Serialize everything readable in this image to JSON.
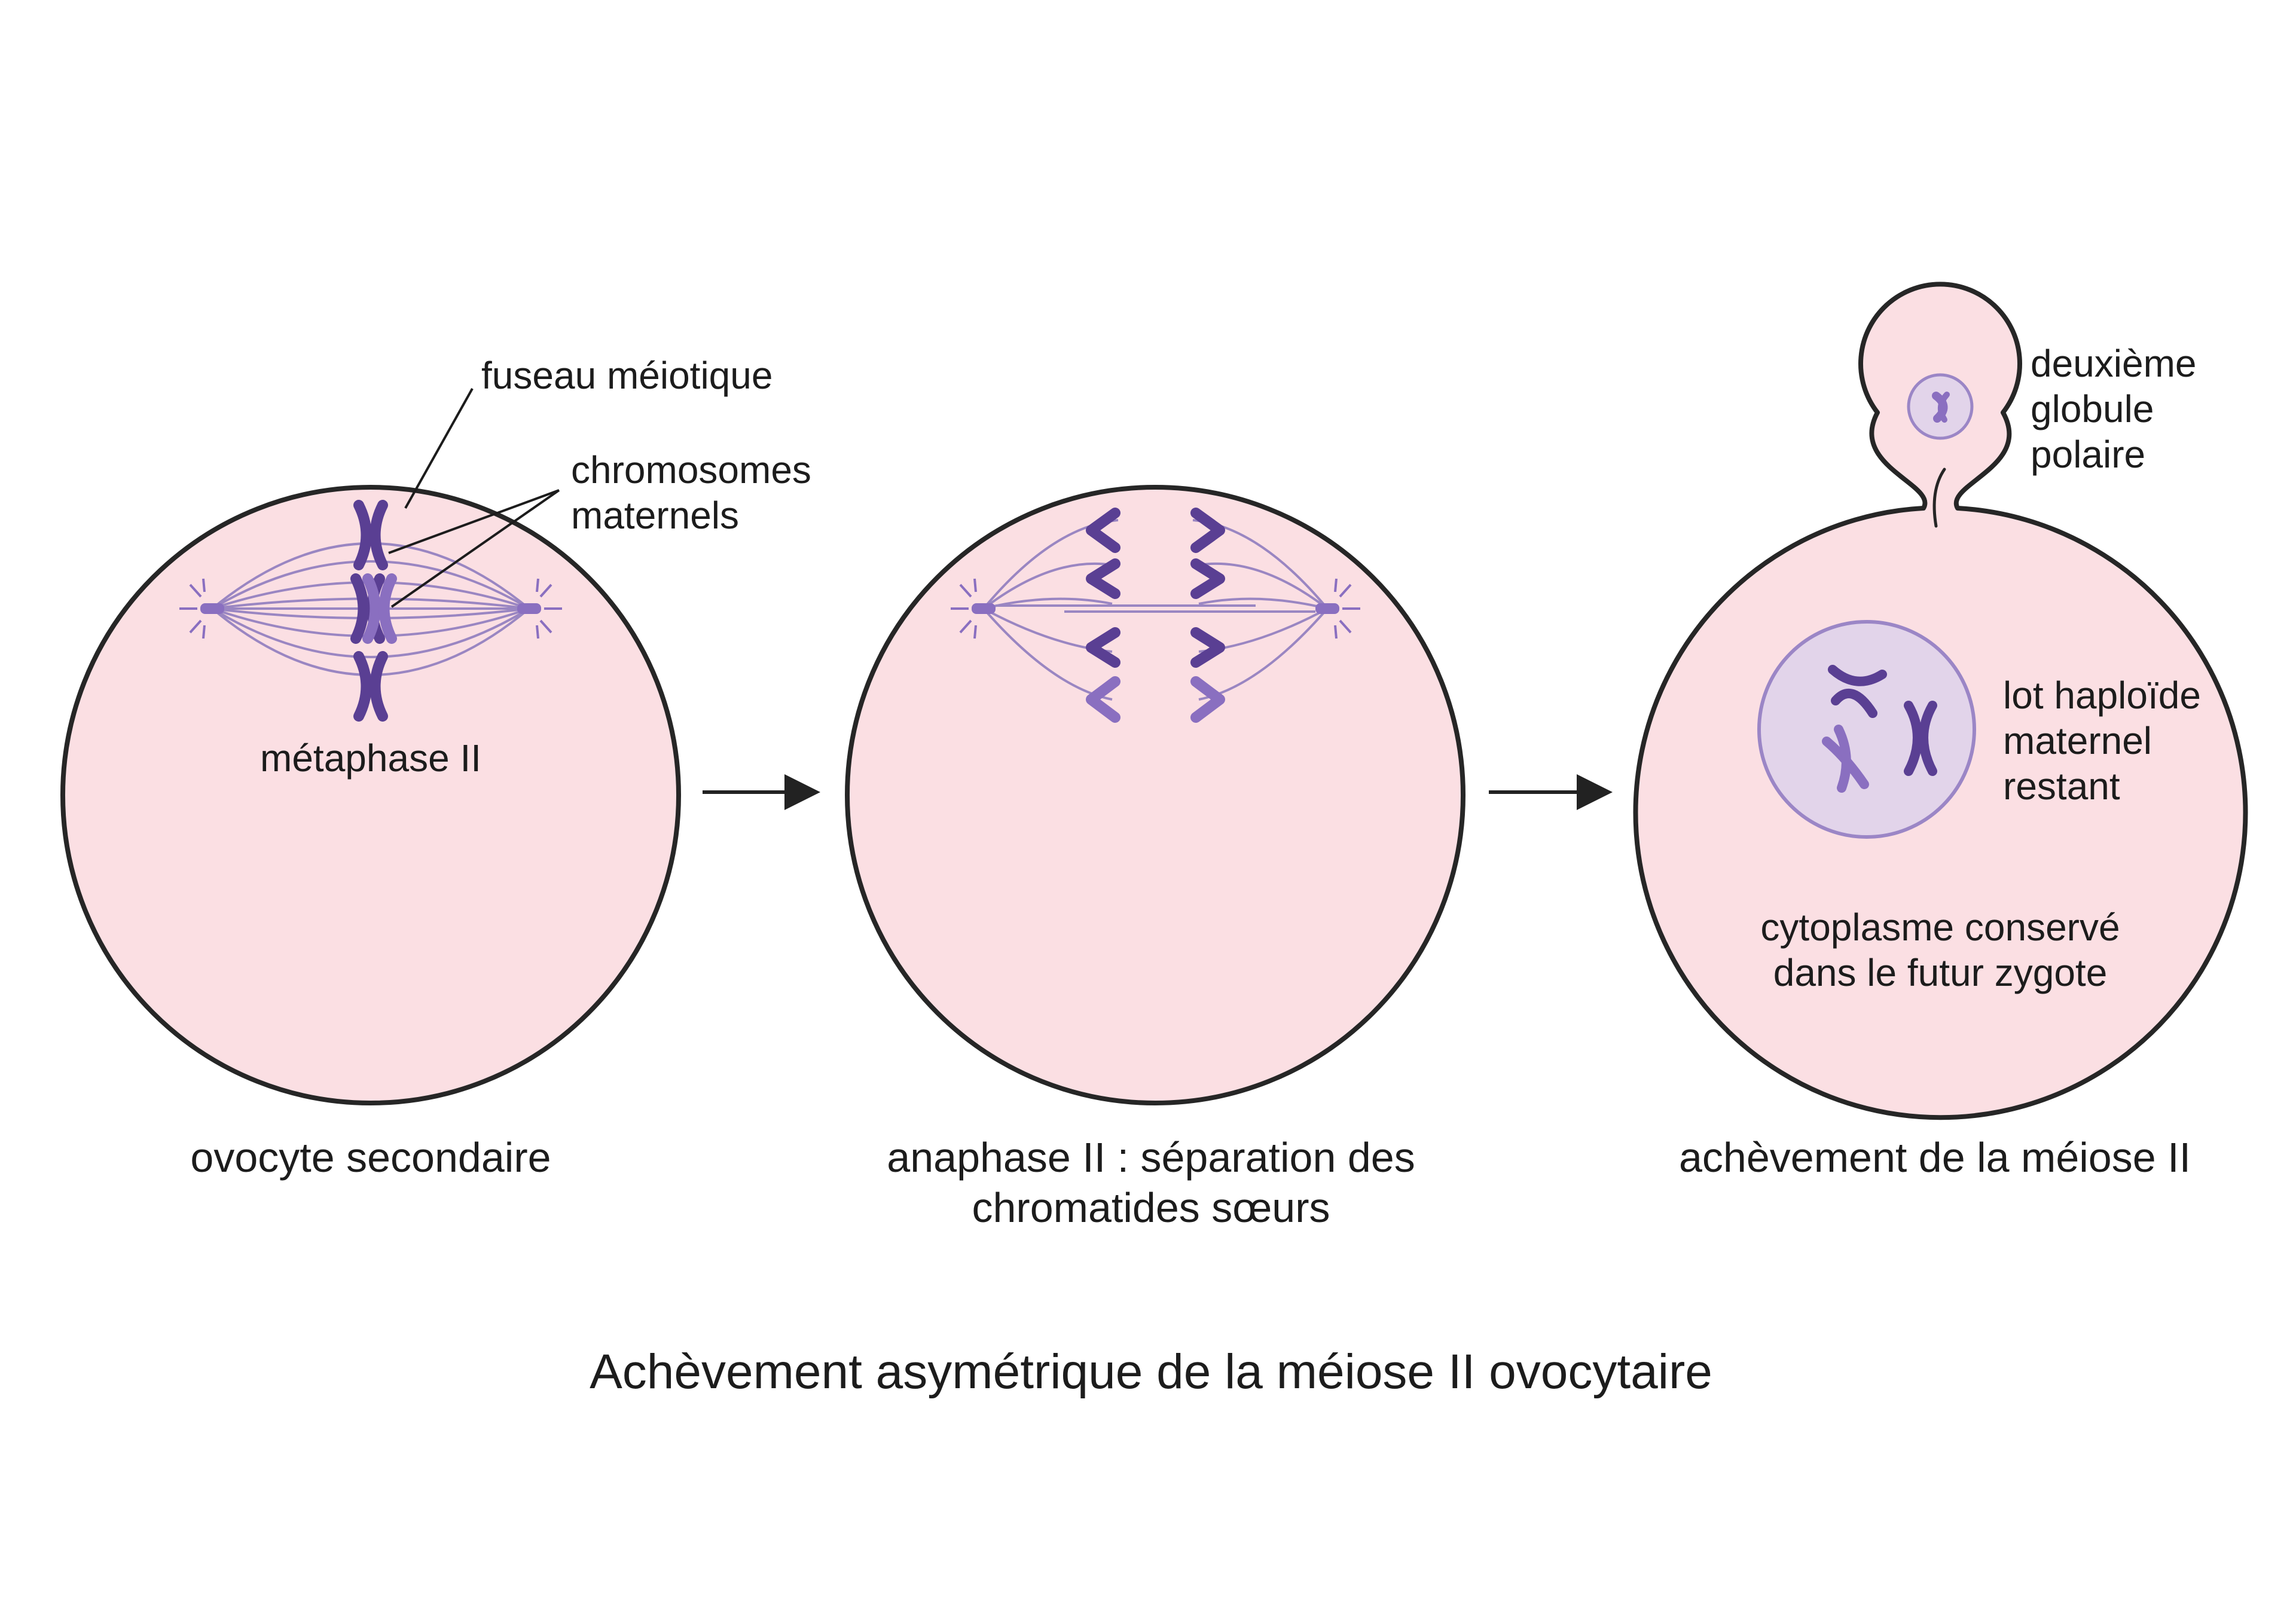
{
  "title": "Achèvement asymétrique de la méiose II ovocytaire",
  "colors": {
    "cell_fill": "#fbdfe3",
    "cell_stroke": "#262626",
    "spindle": "#9a86c2",
    "chromosome_dark": "#5a3f93",
    "chromosome_light": "#8a6fc0",
    "nucleus_fill": "#e2d4ea",
    "nucleus_stroke": "#9b86c6",
    "arrow": "#222222"
  },
  "panels": [
    {
      "caption_lines": [
        "ovocyte secondaire"
      ],
      "stage_label": "métaphase II",
      "callouts": {
        "spindle": "fuseau méiotique",
        "chromosomes_lines": [
          "chromosomes",
          "maternels"
        ]
      }
    },
    {
      "caption_lines": [
        "anaphase II : séparation des",
        "chromatides sœurs"
      ]
    },
    {
      "caption_lines": [
        "achèvement de la méiose II"
      ],
      "polar_body_lines": [
        "deuxième",
        "globule",
        "polaire"
      ],
      "nucleus_lines": [
        "lot haploïde",
        "maternel",
        "restant"
      ],
      "cytoplasm_lines": [
        "cytoplasme conservé",
        "dans le futur zygote"
      ]
    }
  ]
}
